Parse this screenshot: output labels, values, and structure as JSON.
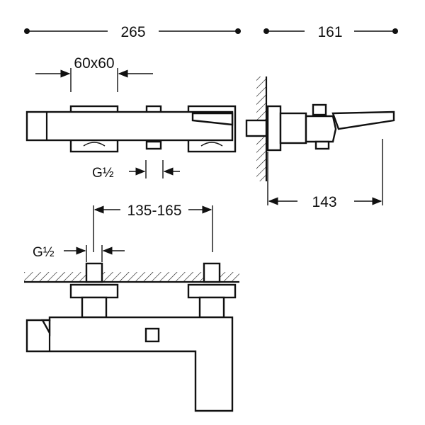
{
  "dimensions": {
    "overall_width": "265",
    "overall_depth": "161",
    "plate_size": "60x60",
    "wall_projection": "143",
    "center_distance": "135-165",
    "thread_top": "G½",
    "thread_bottom": "G½"
  }
}
